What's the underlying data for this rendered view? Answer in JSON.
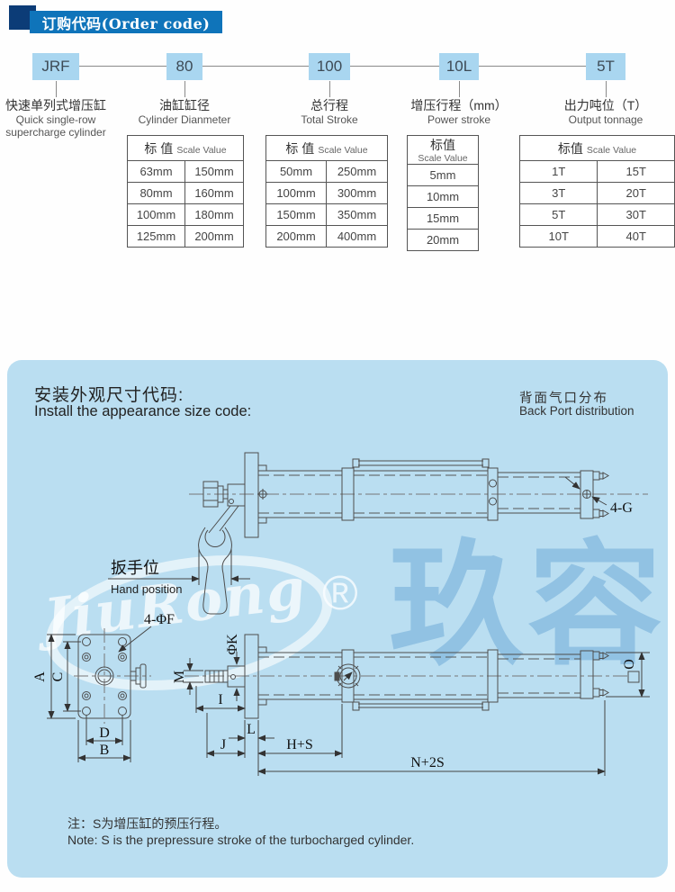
{
  "header": {
    "title": "订购代码(Order code)"
  },
  "order_code": {
    "items": [
      {
        "code": "JRF",
        "cn": "快速单列式增压缸",
        "en": "Quick single-row",
        "en2": "supercharge cylinder"
      },
      {
        "code": "80",
        "cn": "油缸缸径",
        "en": "Cylinder Dianmeter"
      },
      {
        "code": "100",
        "cn": "总行程",
        "en": "Total Stroke"
      },
      {
        "code": "10L",
        "cn": "增压行程（mm）",
        "en": "Power stroke"
      },
      {
        "code": "5T",
        "cn": "出力吨位（T）",
        "en": "Output tonnage"
      }
    ],
    "tables": [
      {
        "h_cn": "标 值",
        "h_en": "Scale Value",
        "rows": [
          [
            "63mm",
            "150mm"
          ],
          [
            "80mm",
            "160mm"
          ],
          [
            "100mm",
            "180mm"
          ],
          [
            "125mm",
            "200mm"
          ]
        ]
      },
      {
        "h_cn": "标 值",
        "h_en": "Scale Value",
        "rows": [
          [
            "50mm",
            "250mm"
          ],
          [
            "100mm",
            "300mm"
          ],
          [
            "150mm",
            "350mm"
          ],
          [
            "200mm",
            "400mm"
          ]
        ]
      },
      {
        "h_cn": "标值",
        "h_en": "Scale Value",
        "rows": [
          [
            "5mm"
          ],
          [
            "10mm"
          ],
          [
            "15mm"
          ],
          [
            "20mm"
          ]
        ]
      },
      {
        "h_cn": "标值",
        "h_en": "Scale Value",
        "rows": [
          [
            "1T",
            "15T"
          ],
          [
            "3T",
            "20T"
          ],
          [
            "5T",
            "30T"
          ],
          [
            "10T",
            "40T"
          ]
        ]
      }
    ]
  },
  "install": {
    "title_cn": "安装外观尺寸代码:",
    "title_en": "Install the appearance size code:",
    "back_port_cn": "背面气口分布",
    "back_port_en": "Back Port distribution",
    "hand_cn": "扳手位",
    "hand_en": "Hand position",
    "note_cn": "注：S为增压缸的预压行程。",
    "note_en": "Note: S is the prepressure stroke of the turbocharged cylinder.",
    "dims": {
      "ports": "4-G",
      "holes": "4-ΦF",
      "k": "ΦK",
      "m": "M",
      "i": "I",
      "l": "L",
      "j": "J",
      "hs": "H+S",
      "n2s": "N+2S",
      "o": "O",
      "a": "A",
      "c": "C",
      "d": "D",
      "b": "B"
    },
    "watermark": {
      "logo": "JiuRong",
      "reg": "®",
      "cn": "玖容"
    }
  },
  "colors": {
    "banner_blue": "#0f74ba",
    "header_square_navy": "#0c3c77",
    "code_box_blue": "#a9d6f0",
    "panel_blue": "#badef1",
    "watermark_blue": "#68a6d6",
    "drawing_line": "#4d4d4d"
  }
}
